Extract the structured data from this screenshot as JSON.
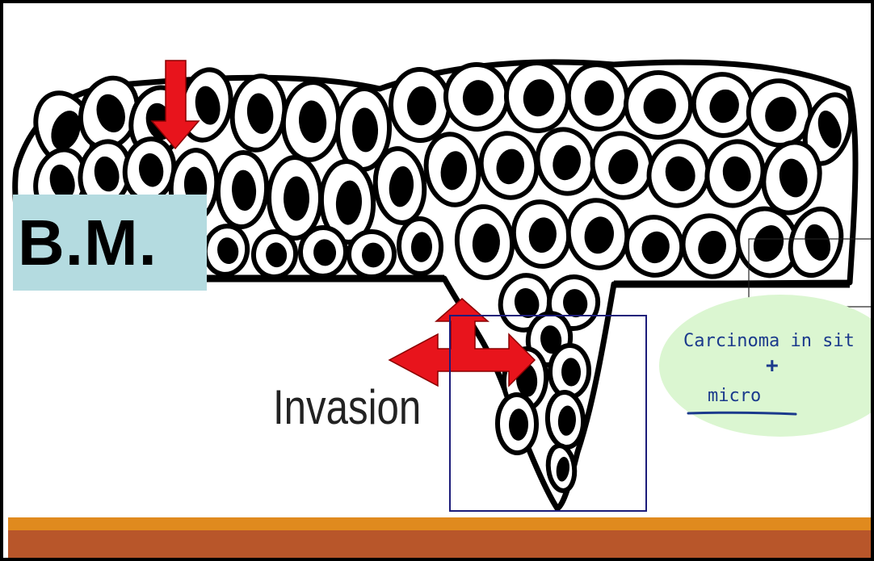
{
  "labels": {
    "basement_membrane": "B.M.",
    "invasion": "Invasion"
  },
  "annotation": {
    "line1": "Carcinoma in sit",
    "plus": "+",
    "line2": "micro"
  },
  "icons": {
    "down_arrow": "red-down-arrow",
    "cross_arrow": "red-three-way-arrow"
  },
  "colors": {
    "background": "#ffffff",
    "arrow_red": "#e8141c",
    "bm_box": "#b4dbe0",
    "note_fill": "#dbf6d1",
    "ink_blue": "#1b3a8c",
    "highlight_box": "#1c1c7a",
    "footer_orange": "#e08a1e",
    "footer_brown": "#b8562a"
  }
}
